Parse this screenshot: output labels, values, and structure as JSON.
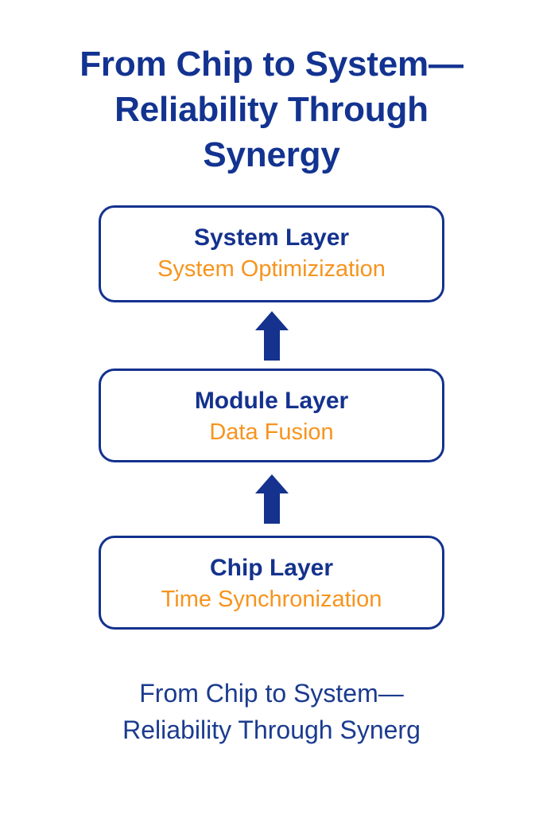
{
  "colors": {
    "navy": "#14328E",
    "title_navy": "#133391",
    "caption_navy": "#1B3B8F",
    "orange": "#F7941E",
    "background": "#FFFFFF"
  },
  "header": {
    "title": "From Chip to System—\nReliability Through\nSynergy"
  },
  "diagram": {
    "type": "layered-stack",
    "direction": "bottom-to-top",
    "layers": [
      {
        "title": "System Layer",
        "subtitle": "System Optimizization"
      },
      {
        "title": "Module Layer",
        "subtitle": "Data Fusion"
      },
      {
        "title": "Chip Layer",
        "subtitle": "Time Synchronization"
      }
    ],
    "connectors": [
      {
        "icon": "arrow-up-icon",
        "from": "Module Layer",
        "to": "System Layer"
      },
      {
        "icon": "arrow-up-icon",
        "from": "Chip Layer",
        "to": "Module Layer"
      }
    ]
  },
  "footer": {
    "caption": "From Chip to System—\nReliability Through Synerg"
  }
}
